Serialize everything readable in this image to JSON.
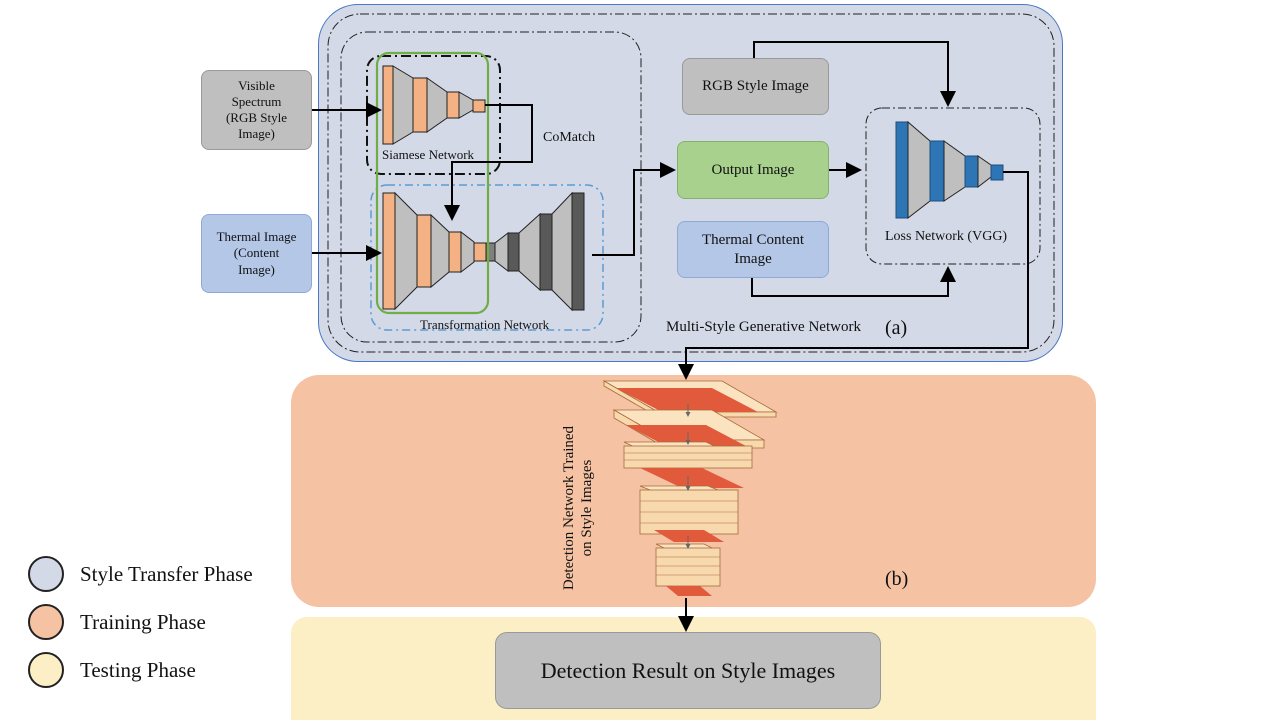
{
  "figure": {
    "visible_spectrum": "Visible\nSpectrum\n(RGB Style\nImage)",
    "thermal_image": "Thermal Image\n(Content\nImage)",
    "siamese_network": "Siamese Network",
    "comatch": "CoMatch",
    "transformation_network": "Transformation Network",
    "rgb_style_image": "RGB Style Image",
    "output_image": "Output Image",
    "thermal_content_image": "Thermal Content\nImage",
    "loss_network": "Loss Network (VGG)",
    "msg_network": "Multi-Style Generative Network",
    "label_a": "(a)",
    "detection_network": "Detection Network Trained\non Style Images",
    "label_b": "(b)",
    "detection_result": "Detection Result on Style Images"
  },
  "legend": [
    {
      "label": "Style Transfer Phase",
      "color": "#d3d9e6"
    },
    {
      "label": "Training Phase",
      "color": "#f5c3a4"
    },
    {
      "label": "Testing Phase",
      "color": "#fcefc6"
    }
  ],
  "colors": {
    "style_phase": "#d3d9e6",
    "training_phase": "#f5c3a4",
    "testing_phase": "#fcefc6",
    "gray_box": "#bfbfbf",
    "blue_box": "#b4c7e7",
    "green_box": "#a9d18e",
    "orange_layer": "#f4b183",
    "vgg_blue": "#2e75b6",
    "det_red": "#e25a3c"
  }
}
